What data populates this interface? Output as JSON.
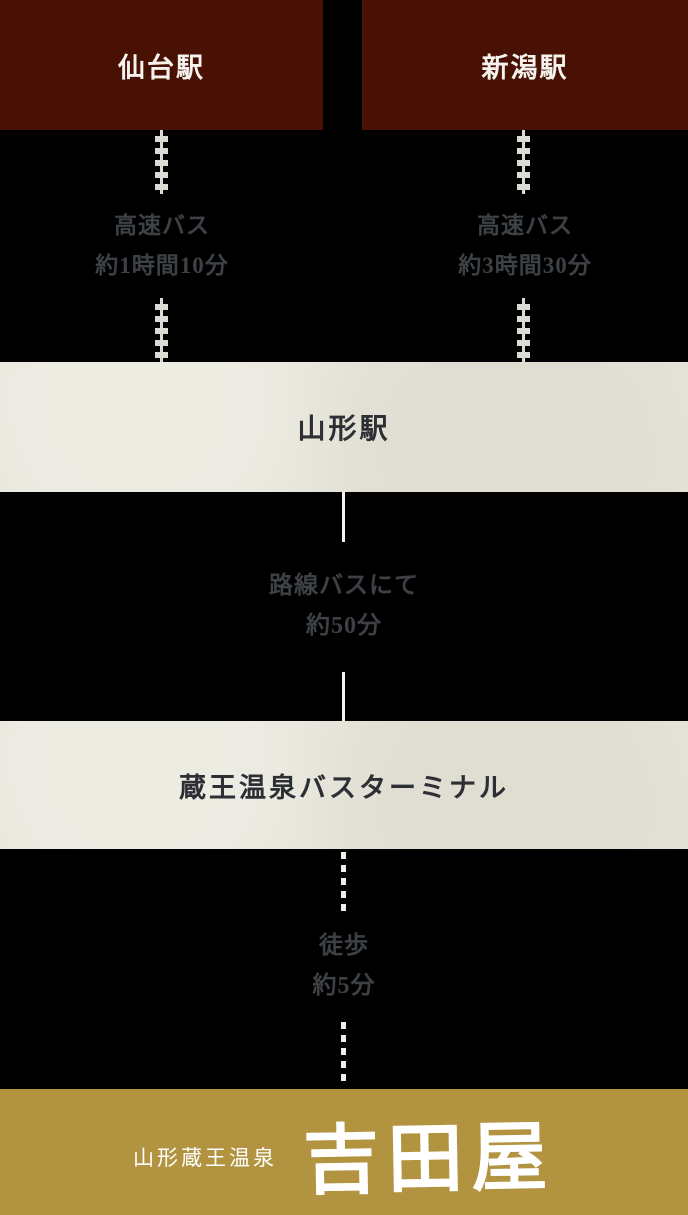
{
  "route": {
    "top_stations": [
      {
        "name": "仙台駅"
      },
      {
        "name": "新潟駅"
      }
    ],
    "legs": {
      "from_sendai": {
        "line1": "高速バス",
        "line2": "約1時間10分"
      },
      "from_niigata": {
        "line1": "高速バス",
        "line2": "約3時間30分"
      },
      "local_bus": {
        "line1": "路線バスにて",
        "line2": "約50分"
      },
      "walk": {
        "line1": "徒歩",
        "line2": "約5分"
      }
    },
    "yamagata_station": "山形駅",
    "bus_terminal": "蔵王温泉バスターミナル",
    "destination": {
      "area": "山形蔵王温泉",
      "name": "吉田屋"
    }
  },
  "colors": {
    "background": "#000000",
    "station_box": "#481104",
    "station_box_text": "#f6f3ee",
    "mid_box": "#e7e5da",
    "mid_box_text": "#2c2f34",
    "leg_text": "#3d4145",
    "connector": "#dcdad5",
    "brand_box": "#b29440",
    "brand_text": "#ffffff"
  },
  "icons": {
    "railway_connector": "railway-tie-line",
    "bus_connector": "solid-line",
    "walk_connector": "dashed-line"
  }
}
